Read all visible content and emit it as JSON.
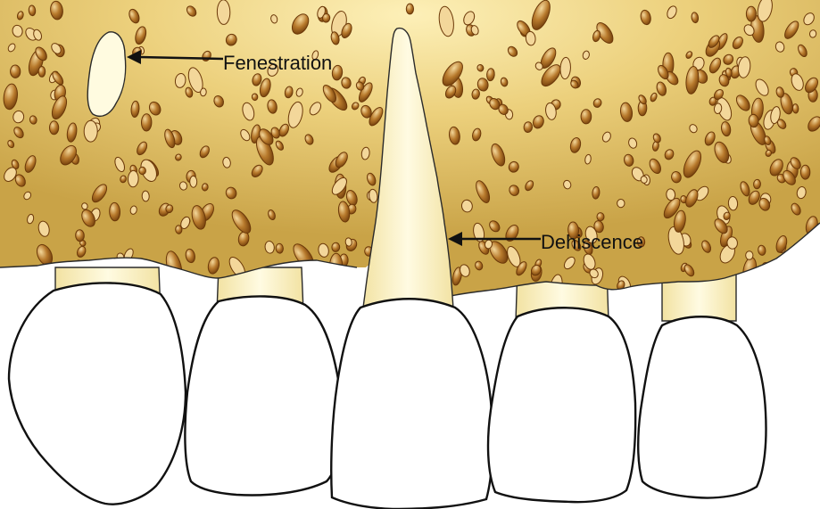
{
  "diagram": {
    "labels": {
      "fenestration": "Fenestration",
      "dehiscence": "Dehiscence"
    },
    "colors": {
      "bone_dark": "#c9a347",
      "bone_light": "#fdf0b8",
      "pore_dark": "#6b3808",
      "pore_light": "#f3d79a",
      "root_light": "#fffbe2",
      "root_shade": "#f2e2a2",
      "outline": "#111111"
    },
    "teeth_count": 5
  }
}
